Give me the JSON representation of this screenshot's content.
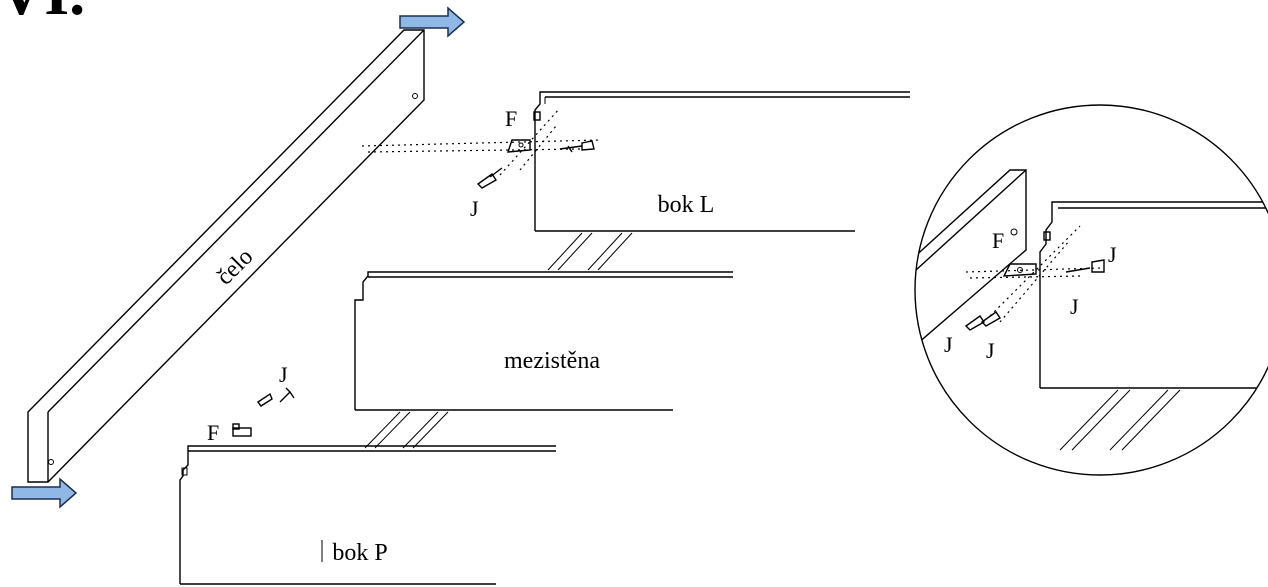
{
  "step_label": "VI.",
  "parts": {
    "front_panel": "čelo",
    "left_side": "bok L",
    "middle_wall": "mezistěna",
    "right_side": "bok P"
  },
  "hardware": {
    "bracket": "F",
    "screw": "J"
  },
  "colors": {
    "arrow_fill": "#8fb8e6",
    "arrow_stroke": "#1b2f4e",
    "line": "#000000"
  }
}
